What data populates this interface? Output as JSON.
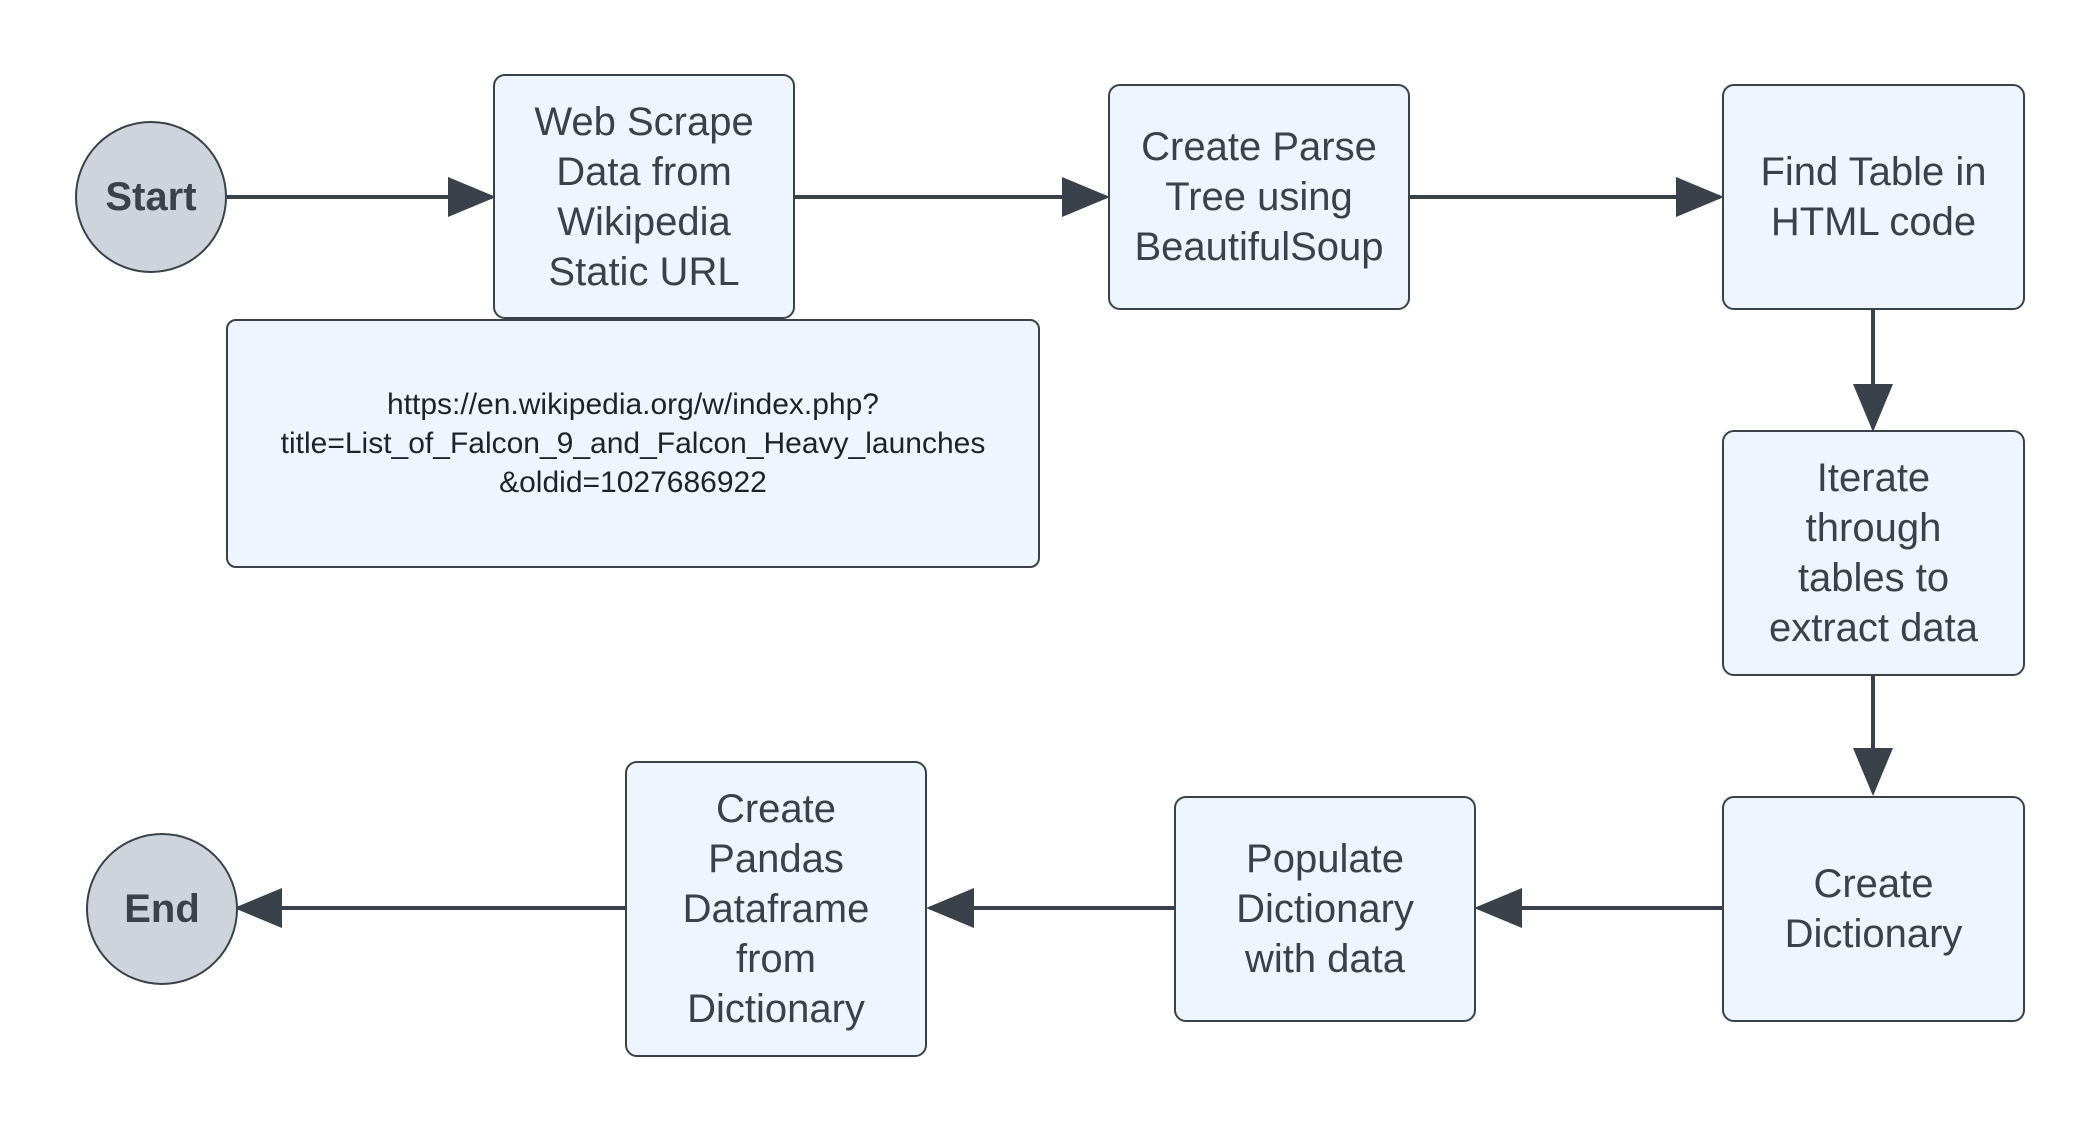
{
  "colors": {
    "node_fill": "#eef5fe",
    "terminal_fill": "#cfd4dc",
    "stroke": "#3a414a"
  },
  "nodes": {
    "start": "Start",
    "web_scrape": "Web Scrape\nData from\nWikipedia\nStatic URL",
    "parse_tree": "Create Parse\nTree using\nBeautifulSoup",
    "find_table": "Find Table in\nHTML code",
    "iterate": "Iterate\nthrough\ntables to\nextract data",
    "create_dict": "Create\nDictionary",
    "populate_dict": "Populate\nDictionary\nwith data",
    "create_df": "Create\nPandas\nDataframe\nfrom\nDictionary",
    "end": "End"
  },
  "note": {
    "url": "https://en.wikipedia.org/w/index.php?\ntitle=List_of_Falcon_9_and_Falcon_Heavy_launches\n&oldid=1027686922"
  },
  "edges": [
    [
      "start",
      "web_scrape"
    ],
    [
      "web_scrape",
      "parse_tree"
    ],
    [
      "parse_tree",
      "find_table"
    ],
    [
      "find_table",
      "iterate"
    ],
    [
      "iterate",
      "create_dict"
    ],
    [
      "create_dict",
      "populate_dict"
    ],
    [
      "populate_dict",
      "create_df"
    ],
    [
      "create_df",
      "end"
    ]
  ]
}
